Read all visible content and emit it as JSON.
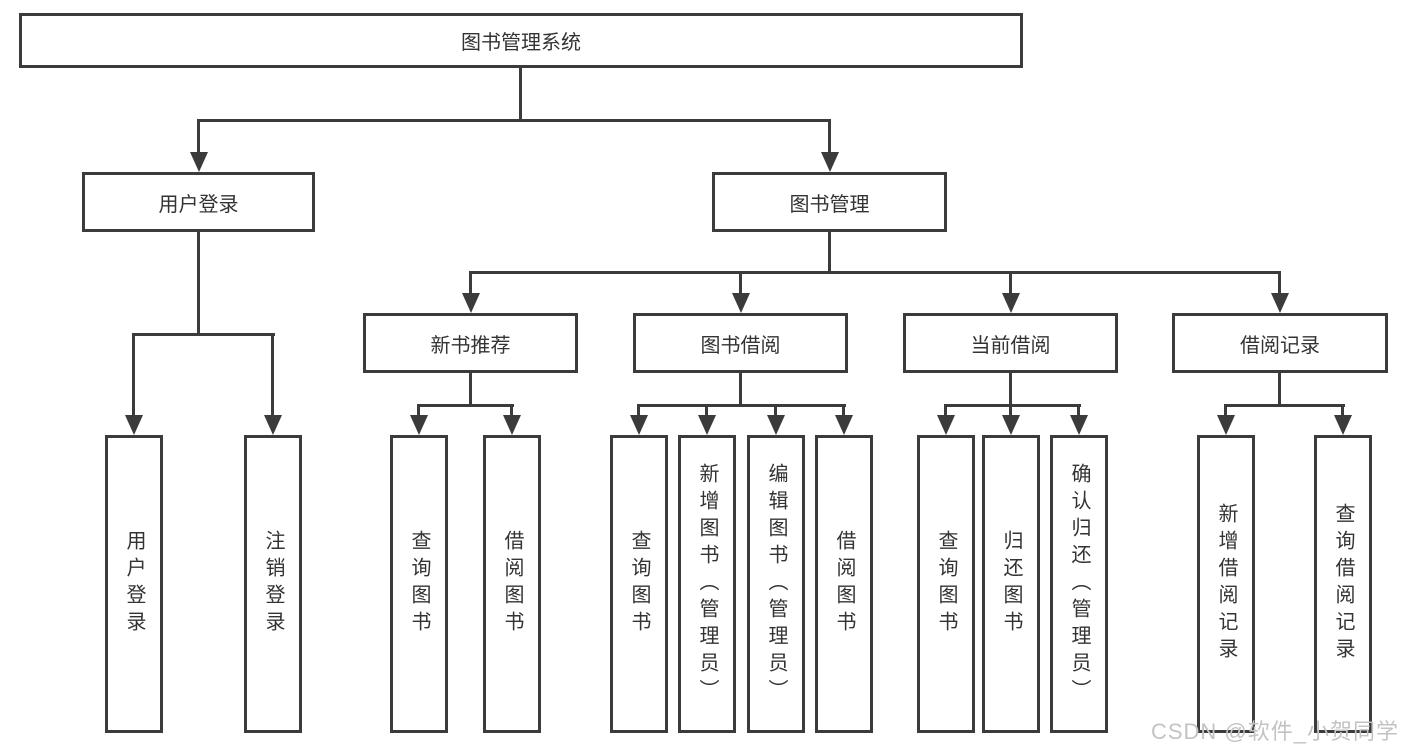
{
  "title": "图书管理系统",
  "nodes": {
    "root": {
      "label": "图书管理系统"
    },
    "user_login": {
      "label": "用户登录"
    },
    "book_mgmt": {
      "label": "图书管理"
    },
    "new_rec": {
      "label": "新书推荐"
    },
    "book_borrow": {
      "label": "图书借阅"
    },
    "current_borrow": {
      "label": "当前借阅"
    },
    "borrow_records": {
      "label": "借阅记录"
    },
    "leaf_user_login": {
      "label": "用户登录"
    },
    "leaf_logout": {
      "label": "注销登录"
    },
    "leaf_rec_query": {
      "label": "查询图书"
    },
    "leaf_rec_borrow": {
      "label": "借阅图书"
    },
    "leaf_bb_query": {
      "label": "查询图书"
    },
    "leaf_bb_add": {
      "label": "新增图书（管理员）"
    },
    "leaf_bb_edit": {
      "label": "编辑图书（管理员）"
    },
    "leaf_bb_borrow": {
      "label": "借阅图书"
    },
    "leaf_cb_query": {
      "label": "查询图书"
    },
    "leaf_cb_return": {
      "label": "归还图书"
    },
    "leaf_cb_confirm": {
      "label": "确认归还（管理员）"
    },
    "leaf_br_add": {
      "label": "新增借阅记录"
    },
    "leaf_br_query": {
      "label": "查询借阅记录"
    }
  },
  "watermark": "CSDN @软件_小贺同学",
  "colors": {
    "line": "#3b3b3b",
    "text": "#333333",
    "background": "#ffffff",
    "watermark": "#c3c3c3"
  }
}
